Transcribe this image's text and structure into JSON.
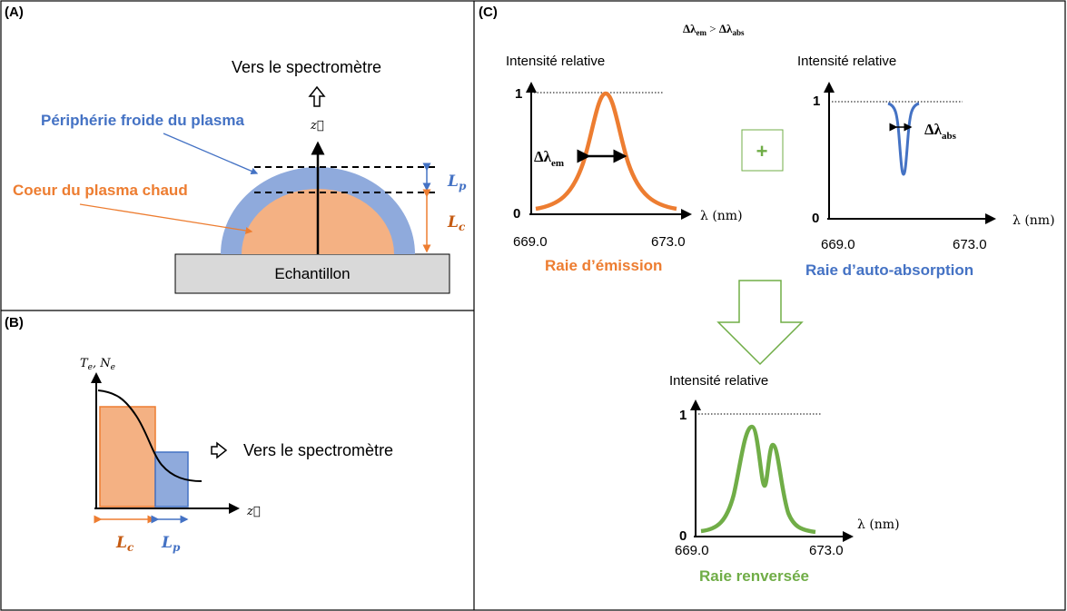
{
  "colors": {
    "blue": "#4472c4",
    "blue_fill": "#8faadc",
    "orange": "#ed7d31",
    "orange_fill": "#f4b183",
    "green": "#70ad47",
    "sample_fill": "#d9d9d9"
  },
  "panel_a": {
    "label": "(A)",
    "to_spectrometer": "Vers le spectromètre",
    "periphery_label": "Périphérie froide du plasma",
    "core_label": "Coeur du plasma chaud",
    "sample_label": "Echantillon",
    "axis_z": "z⃗",
    "lp": "L",
    "lp_sub": "p",
    "lc": "L",
    "lc_sub": "c"
  },
  "panel_b": {
    "label": "(B)",
    "y_label": "T",
    "y_sub1": "e",
    "y_mid": ", N",
    "y_sub2": "e",
    "to_spectrometer": "Vers le spectromètre",
    "axis_z": "z⃗",
    "lc": "L",
    "lc_sub": "c",
    "lp": "L",
    "lp_sub": "p"
  },
  "panel_c": {
    "label": "(C)",
    "top_relation": {
      "a": "Δλ",
      "a_sub": "em",
      "op": " > ",
      "b": "Δλ",
      "b_sub": "abs"
    },
    "emission": {
      "y_title": "Intensité relative",
      "y_max": "1",
      "y_zero": "0",
      "x_label": "λ (nm)",
      "x_min": "669.0",
      "x_max": "673.0",
      "width_label": "Δλ",
      "width_sub": "em",
      "caption": "Raie d’émission"
    },
    "plus": "+",
    "absorption": {
      "y_title": "Intensité relative",
      "y_max": "1",
      "y_zero": "0",
      "x_label": "λ (nm)",
      "x_min": "669.0",
      "x_max": "673.0",
      "width_label": "Δλ",
      "width_sub": "abs",
      "caption": "Raie d’auto-absorption"
    },
    "reversed": {
      "y_title": "Intensité relative",
      "y_max": "1",
      "y_zero": "0",
      "x_label": "λ (nm)",
      "x_min": "669.0",
      "x_max": "673.0",
      "caption": "Raie renversée"
    }
  }
}
